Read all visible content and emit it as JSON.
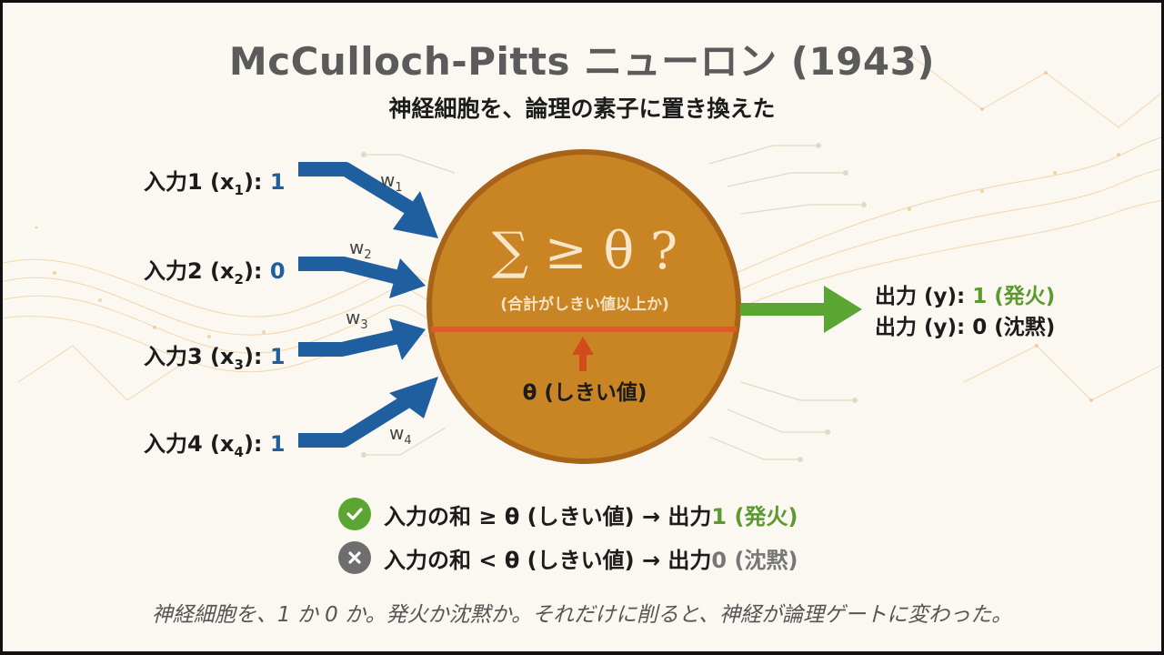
{
  "title": "McCulloch-Pitts ニューロン (1943)",
  "subtitle": "神経細胞を、論理の素子に置き換えた",
  "inputs": [
    {
      "label": "入力1 (x",
      "sub": "1",
      "suffix": "): ",
      "value": "1",
      "weight": "w",
      "weight_sub": "1"
    },
    {
      "label": "入力2 (x",
      "sub": "2",
      "suffix": "): ",
      "value": "0",
      "weight": "w",
      "weight_sub": "2"
    },
    {
      "label": "入力3 (x",
      "sub": "3",
      "suffix": "): ",
      "value": "1",
      "weight": "w",
      "weight_sub": "3"
    },
    {
      "label": "入力4 (x",
      "sub": "4",
      "suffix": "): ",
      "value": "1",
      "weight": "w",
      "weight_sub": "4"
    }
  ],
  "neuron": {
    "formula": "∑ ≥ θ ?",
    "caption": "(合計がしきい値以上か)",
    "threshold_label": "θ (しきい値)"
  },
  "outputs": [
    {
      "label": "出力 (y): ",
      "value": "1 (発火)"
    },
    {
      "label": "出力 (y): ",
      "value": "0 (沈黙)"
    }
  ],
  "rules": [
    {
      "text": "入力の和 ≥ θ (しきい値) → 出力 ",
      "result": "1 (発火)",
      "icon": "check-icon"
    },
    {
      "text": "入力の和 < θ (しきい値) → 出力 ",
      "result": "0 (沈黙)",
      "icon": "cross-icon"
    }
  ],
  "footer": "神経細胞を、1 か 0 か。発火か沈黙か。それだけに削ると、神経が論理ゲートに変わった。",
  "colors": {
    "neuron_fill": "#c98423",
    "neuron_border": "#a8631a",
    "threshold_line": "#e05a28",
    "input_arrow": "#1f5fa0",
    "output_arrow": "#5ba532",
    "fire": "#5a9a2e"
  }
}
